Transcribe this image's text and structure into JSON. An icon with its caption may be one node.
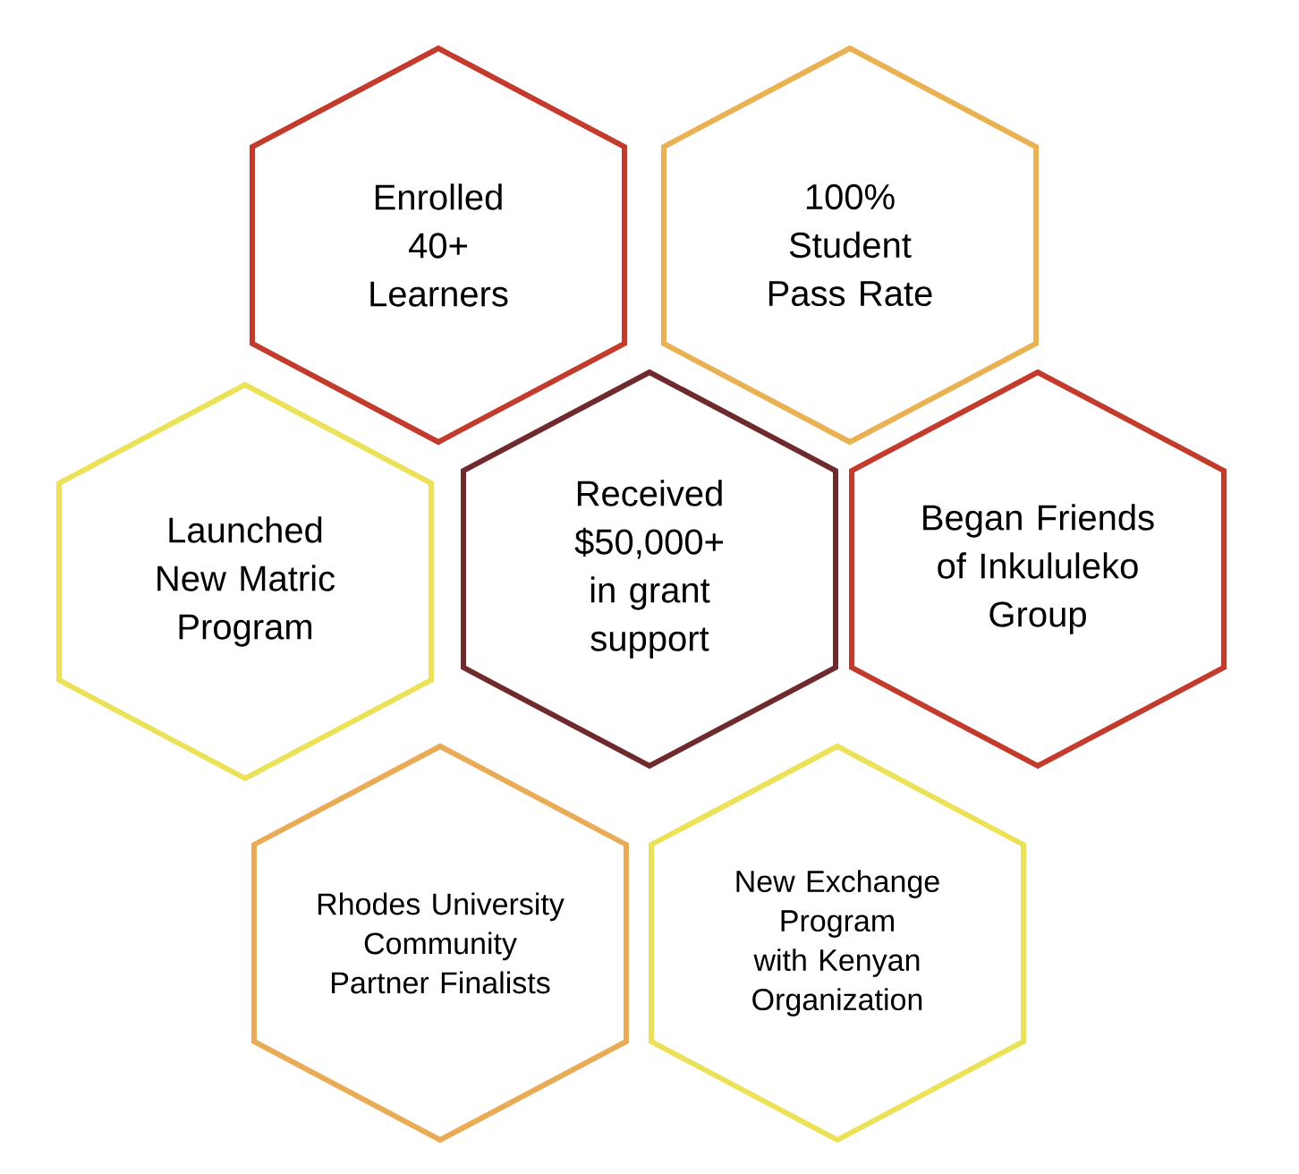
{
  "diagram": {
    "nodes": [
      {
        "text": [
          "Enrolled 40+ Learners"
        ]
      },
      {
        "text": [
          "100% Student Pass Rate"
        ]
      },
      {
        "text": [
          "Launched New Matric Program"
        ]
      },
      {
        "text": [
          "Received $50,000+ in grant support"
        ]
      },
      {
        "text": [
          "Began Friends of Inkululeko Group"
        ]
      },
      {
        "text": [
          "Rhodes University Community Partner Finalists"
        ]
      },
      {
        "text": [
          "New Exchange Program with Kenyan Organization"
        ]
      }
    ]
  }
}
